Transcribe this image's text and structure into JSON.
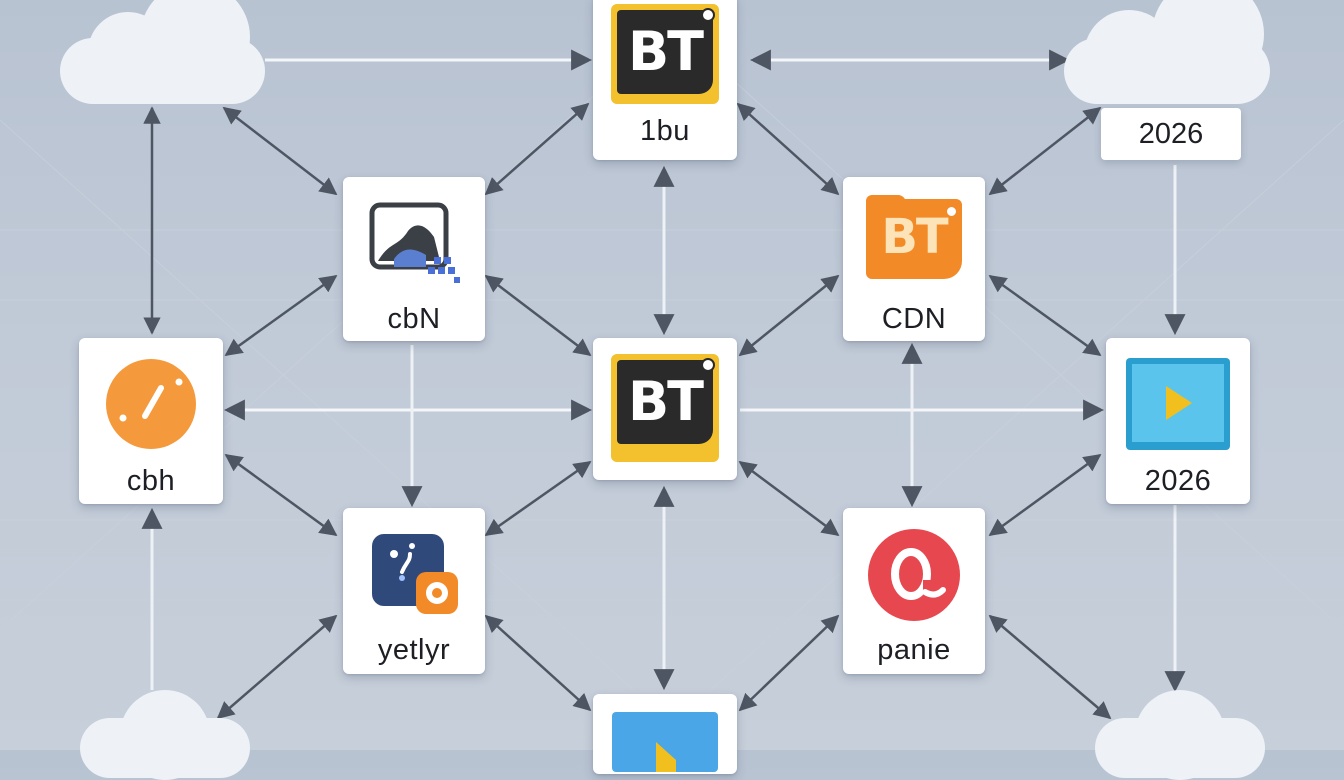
{
  "nodes": {
    "top_center": {
      "label": "1bu",
      "icon": "bt-icon"
    },
    "upper_left": {
      "label": "cbN",
      "icon": "image-gallery-icon"
    },
    "upper_right": {
      "label": "CDN",
      "icon": "bt-folder-icon"
    },
    "mid_left": {
      "label": "cbh",
      "icon": "gauge-icon"
    },
    "center": {
      "label": "",
      "icon": "bt-icon"
    },
    "mid_right": {
      "label": "2026",
      "icon": "video-play-icon"
    },
    "lower_left": {
      "label": "yetlyr",
      "icon": "media-app-icon"
    },
    "lower_right": {
      "label": "panie",
      "icon": "red-o-icon"
    },
    "bottom_center": {
      "label": "",
      "icon": "video-play-icon"
    }
  },
  "top_right_label": "2026",
  "icon_text": {
    "bt": "BT"
  },
  "colors": {
    "connector": "#4e5663",
    "connector_light": "#f4f6f9",
    "bt_yellow": "#f3c12e",
    "bt_orange": "#f28a28",
    "gauge_orange": "#f59a3c",
    "video_blue": "#5bbfe8",
    "play_yellow": "#f2c01e",
    "red_o": "#e7484f",
    "media_navy": "#2f4a7a"
  }
}
